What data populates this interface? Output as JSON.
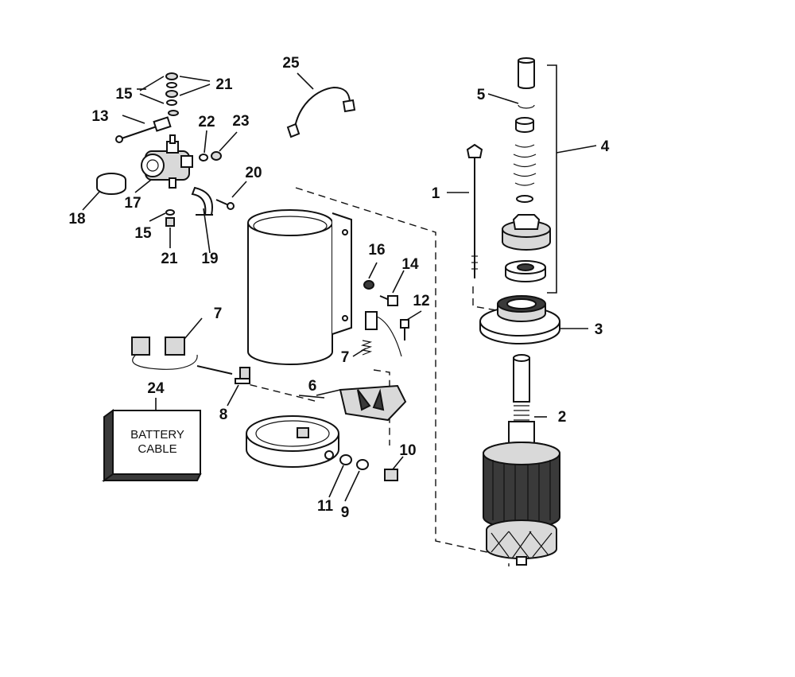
{
  "callouts": {
    "c1": "1",
    "c2": "2",
    "c3": "3",
    "c4": "4",
    "c5": "5",
    "c6": "6",
    "c7a": "7",
    "c7b": "7",
    "c8": "8",
    "c9": "9",
    "c10": "10",
    "c11": "11",
    "c12": "12",
    "c13": "13",
    "c14": "14",
    "c15a": "15",
    "c15b": "15",
    "c16": "16",
    "c17": "17",
    "c18": "18",
    "c19": "19",
    "c20": "20",
    "c21a": "21",
    "c21b": "21",
    "c22": "22",
    "c23": "23",
    "c24": "24",
    "c25": "25"
  },
  "battery_label": {
    "line1": "BATTERY",
    "line2": "CABLE"
  }
}
